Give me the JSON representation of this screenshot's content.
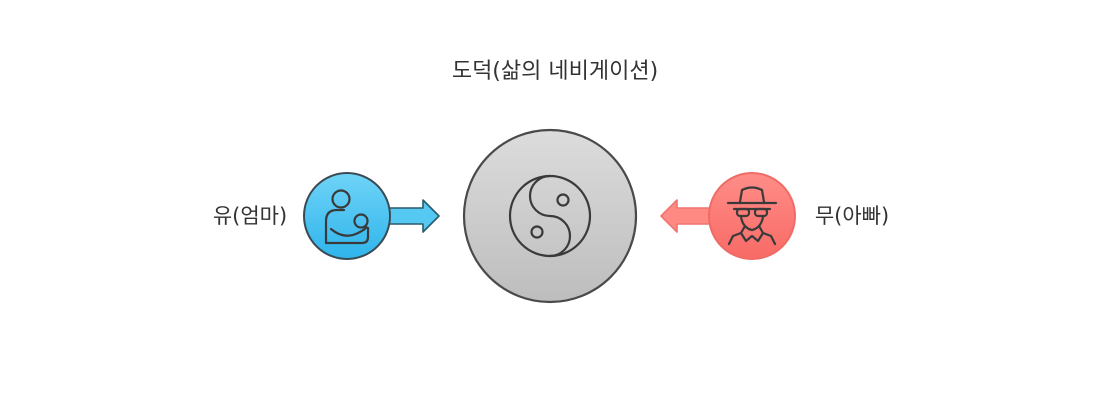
{
  "diagram": {
    "title": "도덕(삶의 네비게이션)",
    "left_label": "유(엄마)",
    "right_label": "무(아빠)",
    "left_icon": "mother-baby-icon",
    "center_icon": "yin-yang-icon",
    "right_icon": "spy-icon",
    "colors": {
      "left_fill": "#4fc6f4",
      "left_arrow": "#55c9f1",
      "center_fill": "#cfcfcf",
      "right_fill": "#ff7b76",
      "right_arrow": "#ff8a84",
      "stroke": "#4a4a4a",
      "text": "#333333"
    }
  }
}
